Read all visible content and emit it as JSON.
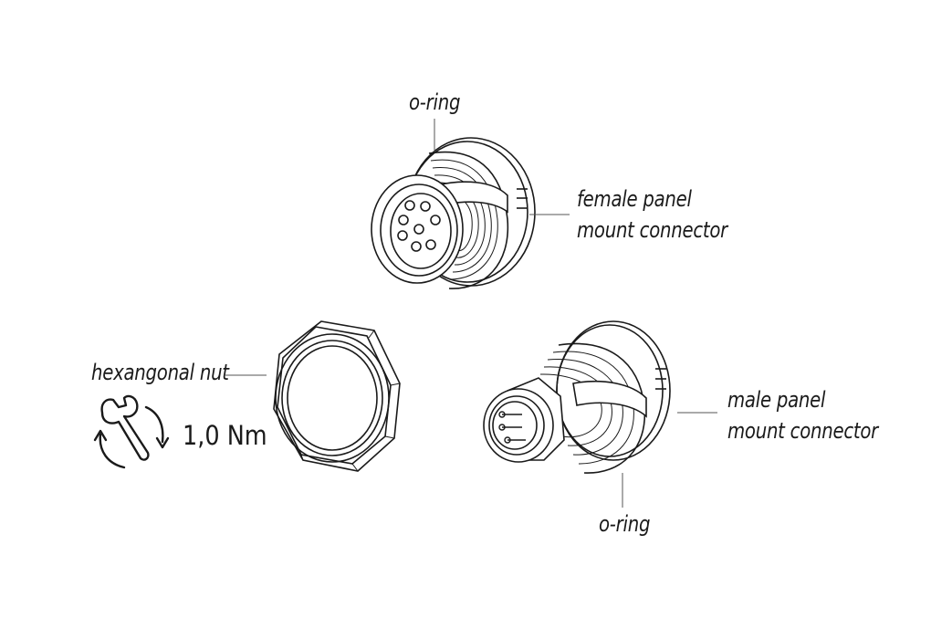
{
  "labels": {
    "oring_top": "o-ring",
    "female_line1": "female panel",
    "female_line2": "mount connector",
    "hex_nut": "hexangonal nut",
    "male_line1": "male panel",
    "male_line2": "mount connector",
    "oring_bottom": "o-ring",
    "torque": "1,0 Nm"
  },
  "icons": {
    "torque": "wrench-rotate-icon"
  },
  "colors": {
    "line": "#1a1a1a",
    "leader": "#555555"
  }
}
